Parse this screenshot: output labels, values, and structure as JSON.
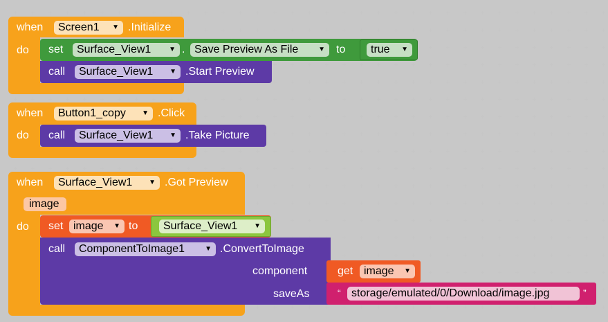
{
  "blocks": {
    "b1": {
      "when": "when",
      "component": "Screen1",
      "event": ".Initialize",
      "do": "do",
      "set_kw": "set",
      "set_component": "Surface_View1",
      "dot": ".",
      "set_property": "Save Preview As File",
      "to_kw": "to",
      "value": "true",
      "call_kw": "call",
      "call_component": "Surface_View1",
      "call_method": ".Start Preview"
    },
    "b2": {
      "when": "when",
      "component": "Button1_copy",
      "event": ".Click",
      "do": "do",
      "call_kw": "call",
      "call_component": "Surface_View1",
      "call_method": ".Take Picture"
    },
    "b3": {
      "when": "when",
      "component": "Surface_View1",
      "event": ".Got Preview",
      "param": "image",
      "do": "do",
      "set_kw": "set",
      "set_var": "image",
      "to_kw": "to",
      "set_value": "Surface_View1",
      "call_kw": "call",
      "call_component": "ComponentToImage1",
      "call_method": ".ConvertToImage",
      "arg1_label": "component",
      "get_kw": "get",
      "get_var": "image",
      "arg2_label": "saveAs",
      "quote_open": "“",
      "string_value": "storage/emulated/0/Download/image.jpg",
      "quote_close": "”"
    }
  },
  "dropdown_arrow": "▼",
  "colors": {
    "event": "#f7a21b",
    "setter": "#3f9a3c",
    "method": "#5d3aa6",
    "variable": "#f05a24",
    "component": "#8cc63e",
    "text": "#d0206e"
  }
}
